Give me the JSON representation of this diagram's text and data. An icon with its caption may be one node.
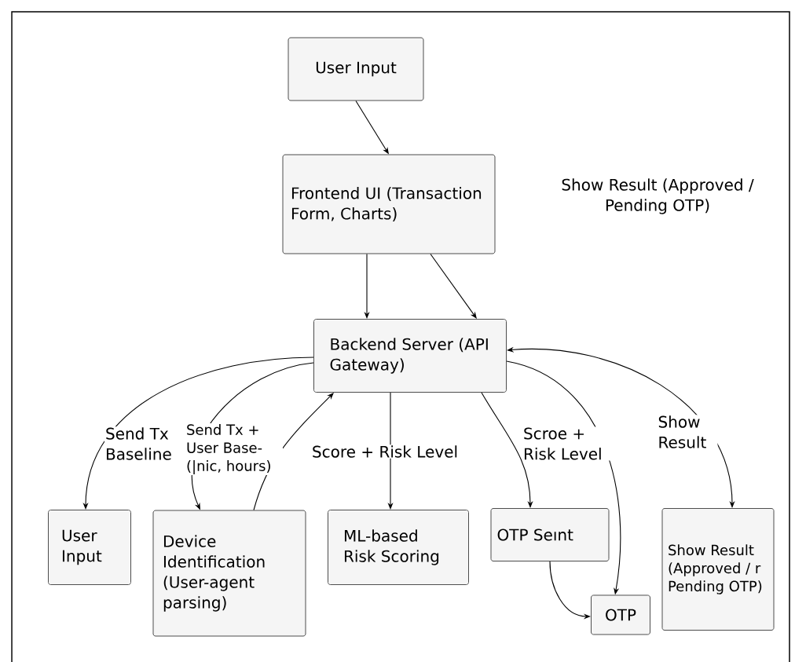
{
  "diagram": {
    "nodes": [
      {
        "text": [
          "User Input"
        ]
      },
      {
        "text": [
          "Frontend UI (Transaction Form, Charts)"
        ]
      },
      {
        "text": [
          "Backend Server (API Gateway)"
        ]
      },
      {
        "text": [
          "User Input"
        ]
      },
      {
        "text": [
          "Device Identification (User-agent parsing)"
        ]
      },
      {
        "text": [
          "ML-based Risk Scoring"
        ]
      },
      {
        "text": [
          "OTP Seınt"
        ]
      },
      {
        "text": [
          "OTP"
        ]
      },
      {
        "text": [
          "Show Result (Approved / r Pending OTP)"
        ]
      }
    ],
    "edges": [
      {
        "from": 0,
        "to": 1,
        "arrow": "to"
      },
      {
        "from": 1,
        "to": 2,
        "arrow": "to"
      },
      {
        "from": 1,
        "to": 2,
        "arrow": "to"
      },
      {
        "from": 2,
        "to": 3,
        "arrow": "to",
        "label": "Send Tx Baseline"
      },
      {
        "from": 2,
        "to": 4,
        "arrow": "to",
        "label": "Send Tx + User Base- (|nic, hours)"
      },
      {
        "from": 4,
        "to": 2,
        "arrow": "to"
      },
      {
        "from": 2,
        "to": 5,
        "arrow": "to",
        "label": "Score + Risk Level"
      },
      {
        "from": 2,
        "to": 6,
        "arrow": "to",
        "label": "Scroe + Risk Level"
      },
      {
        "from": 2,
        "to": 7,
        "arrow": "to"
      },
      {
        "from": 6,
        "to": 7,
        "arrow": "to"
      },
      {
        "from": 2,
        "to": 8,
        "arrow": "both",
        "label": "Show Result"
      }
    ],
    "labels": [
      "Show Result (Approved / Pending OTP)"
    ]
  }
}
